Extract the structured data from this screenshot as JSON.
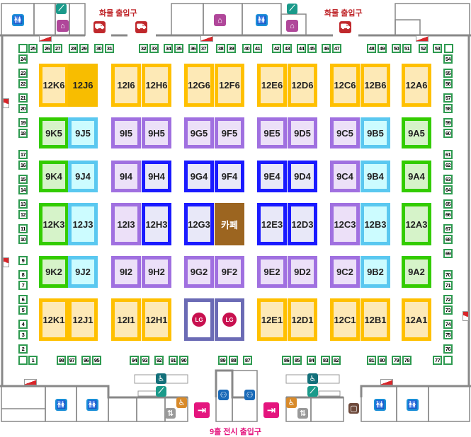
{
  "labels": {
    "cargo_entrance_left": "화물 출입구",
    "cargo_entrance_right": "화물 출입구",
    "hall_entrance": "9홀 전시 출입구"
  },
  "colors": {
    "yellow": "#ffc000",
    "green": "#33cc00",
    "cyan": "#5ac8f0",
    "purple": "#a070e0",
    "blue": "#1a1aff",
    "lg": "#6b6bb5",
    "cafe": "#9c6520",
    "small_booth": "#2e9a50",
    "cargo": "#c0282c",
    "exit": "#e4157e",
    "restroom": "#1a8fd8",
    "nursing": "#b0479a",
    "escalator": "#1a9a8a"
  },
  "booth_rows": [
    {
      "row": 6,
      "booths": [
        [
          "12K6",
          "yellow"
        ],
        [
          "12J6",
          "yellowsolid"
        ],
        [
          "12I6",
          "yellow"
        ],
        [
          "12H6",
          "yellow"
        ],
        [
          "12G6",
          "yellow"
        ],
        [
          "12F6",
          "yellow"
        ],
        [
          "12E6",
          "yellow"
        ],
        [
          "12D6",
          "yellow"
        ],
        [
          "12C6",
          "yellow"
        ],
        [
          "12B6",
          "yellow"
        ],
        [
          "12A6",
          "yellow"
        ]
      ]
    },
    {
      "row": 5,
      "booths": [
        [
          "9K5",
          "green"
        ],
        [
          "9J5",
          "cyan"
        ],
        [
          "9I5",
          "purple"
        ],
        [
          "9H5",
          "purple"
        ],
        [
          "9G5",
          "purple"
        ],
        [
          "9F5",
          "purple"
        ],
        [
          "9E5",
          "purple"
        ],
        [
          "9D5",
          "purple"
        ],
        [
          "9C5",
          "purple"
        ],
        [
          "9B5",
          "cyan"
        ],
        [
          "9A5",
          "green"
        ]
      ]
    },
    {
      "row": 4,
      "booths": [
        [
          "9K4",
          "green"
        ],
        [
          "9J4",
          "cyan"
        ],
        [
          "9I4",
          "purple"
        ],
        [
          "9H4",
          "blue"
        ],
        [
          "9G4",
          "blue"
        ],
        [
          "9F4",
          "blue"
        ],
        [
          "9E4",
          "blue"
        ],
        [
          "9D4",
          "blue"
        ],
        [
          "9C4",
          "purple"
        ],
        [
          "9B4",
          "cyan"
        ],
        [
          "9A4",
          "green"
        ]
      ]
    },
    {
      "row": 3,
      "booths": [
        [
          "12K3",
          "green"
        ],
        [
          "12J3",
          "cyan"
        ],
        [
          "12I3",
          "purple"
        ],
        [
          "12H3",
          "blue"
        ],
        [
          "12G3",
          "blue"
        ],
        [
          "카페",
          "cafe"
        ],
        [
          "12E3",
          "blue"
        ],
        [
          "12D3",
          "blue"
        ],
        [
          "12C3",
          "purple"
        ],
        [
          "12B3",
          "cyan"
        ],
        [
          "12A3",
          "green"
        ]
      ]
    },
    {
      "row": 2,
      "booths": [
        [
          "9K2",
          "green"
        ],
        [
          "9J2",
          "cyan"
        ],
        [
          "9I2",
          "purple"
        ],
        [
          "9H2",
          "purple"
        ],
        [
          "9G2",
          "purple"
        ],
        [
          "9F2",
          "purple"
        ],
        [
          "9E2",
          "purple"
        ],
        [
          "9D2",
          "purple"
        ],
        [
          "9C2",
          "purple"
        ],
        [
          "9B2",
          "cyan"
        ],
        [
          "9A2",
          "green"
        ]
      ]
    },
    {
      "row": 1,
      "booths": [
        [
          "12K1",
          "yellow"
        ],
        [
          "12J1",
          "yellow"
        ],
        [
          "12I1",
          "yellow"
        ],
        [
          "12H1",
          "yellow"
        ],
        [
          "LG",
          "lg"
        ],
        [
          "LG",
          "lg"
        ],
        [
          "12E1",
          "yellow"
        ],
        [
          "12D1",
          "yellow"
        ],
        [
          "12C1",
          "yellow"
        ],
        [
          "12B1",
          "yellow"
        ],
        [
          "12A1",
          "yellow"
        ]
      ]
    }
  ],
  "small_booths": {
    "top": [
      "",
      "25",
      "26",
      "27",
      "28",
      "29",
      "30",
      "31",
      "32",
      "33",
      "34",
      "35",
      "36",
      "37",
      "38",
      "39",
      "40",
      "41",
      "42",
      "43",
      "44",
      "45",
      "46",
      "47",
      "48",
      "49",
      "50",
      "51",
      "52",
      "53",
      ""
    ],
    "left": [
      "24",
      "23",
      "22",
      "21",
      "20",
      "19",
      "18",
      "17",
      "16",
      "15",
      "14",
      "13",
      "12",
      "11",
      "10",
      "9",
      "8",
      "7",
      "6",
      "5",
      "4",
      "3",
      "2",
      "",
      "1"
    ],
    "right": [
      "54",
      "55",
      "56",
      "57",
      "58",
      "59",
      "60",
      "61",
      "62",
      "63",
      "64",
      "65",
      "66",
      "67",
      "68",
      "69",
      "70",
      "71",
      "72",
      "73",
      "74",
      "75",
      "76",
      "",
      "77"
    ],
    "bottom": [
      "98",
      "97",
      "96",
      "95",
      "94",
      "93",
      "92",
      "91",
      "90",
      "89",
      "88",
      "87",
      "86",
      "85",
      "84",
      "83",
      "82",
      "81",
      "80",
      "79",
      "78"
    ]
  }
}
